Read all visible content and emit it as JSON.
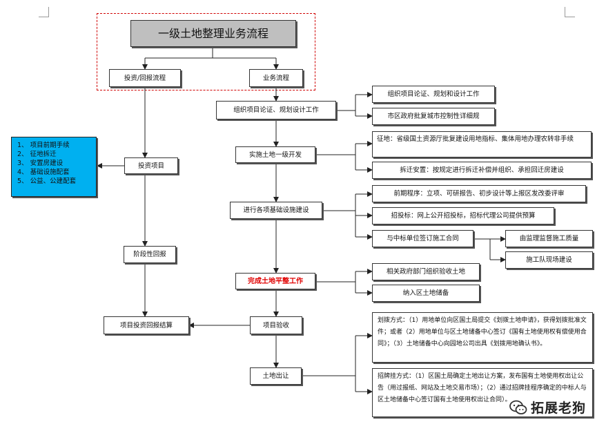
{
  "title": "一级土地整理业务流程",
  "invest_branch": "投资/回报流程",
  "business_branch": "业务流程",
  "invest_project": "投资项目",
  "stage_return": "阶段性回报",
  "project_settlement": "项目投资回报结算",
  "summary_items": [
    "1、 项目前期手续",
    "2、 征地拆迁",
    "3、 安置房建设",
    "4、 基础设施配套",
    "5、 公益、公建配套"
  ],
  "step1": "组织项目论证、规划设计工作",
  "step1_sub1": "组织项目论证、规划和设计工作",
  "step1_sub2": "市区政府批复城市控制性详细规",
  "step2": "实施土地一级开发",
  "step2_sub1": "征地：省级国土资源厅批复建设用地指标、集体用地办理农转非手续",
  "step2_sub2": "拆迁安置：按规定进行拆迁补偿并组织、承担回迁房建设",
  "step3": "进行各项基础设施建设",
  "step3_sub1": "前期程序：立项、可研报告、初步设计等上报区发改委评审",
  "step3_sub2": "招投标：网上公开招投标，招标代理公司提供预算",
  "step3_sub3": "与中标单位签订施工合同",
  "step3_sub3a": "由监理监督施工质量",
  "step3_sub3b": "施工队现场建设",
  "step4": "完成土地平整工作",
  "step4_sub1": "相关政府部门组织验收土地",
  "step4_sub2": "纳入区土地储备",
  "step5": "项目验收",
  "step6": "土地出让",
  "allocation": "划拨方式：（1）用地单位向区国土局提交《划拨土地申请》，获得划拨批准文件；或者（2）用地单位与区土地储备中心签订《国有土地使用权有偿使用合同》；（3）土地储备中心向园地公司出具《划拨用地确认书》。",
  "auction": "招牌挂方式：（1）区国土局确定土地出让方案，发布国有土地使用权出让公告（用过报纸、网站及土地交易市场）；（2）通过招牌挂程序确定的中标人与区土地储备中心签订国有土地使用权出让合同）。",
  "watermark": "拓展老狗"
}
